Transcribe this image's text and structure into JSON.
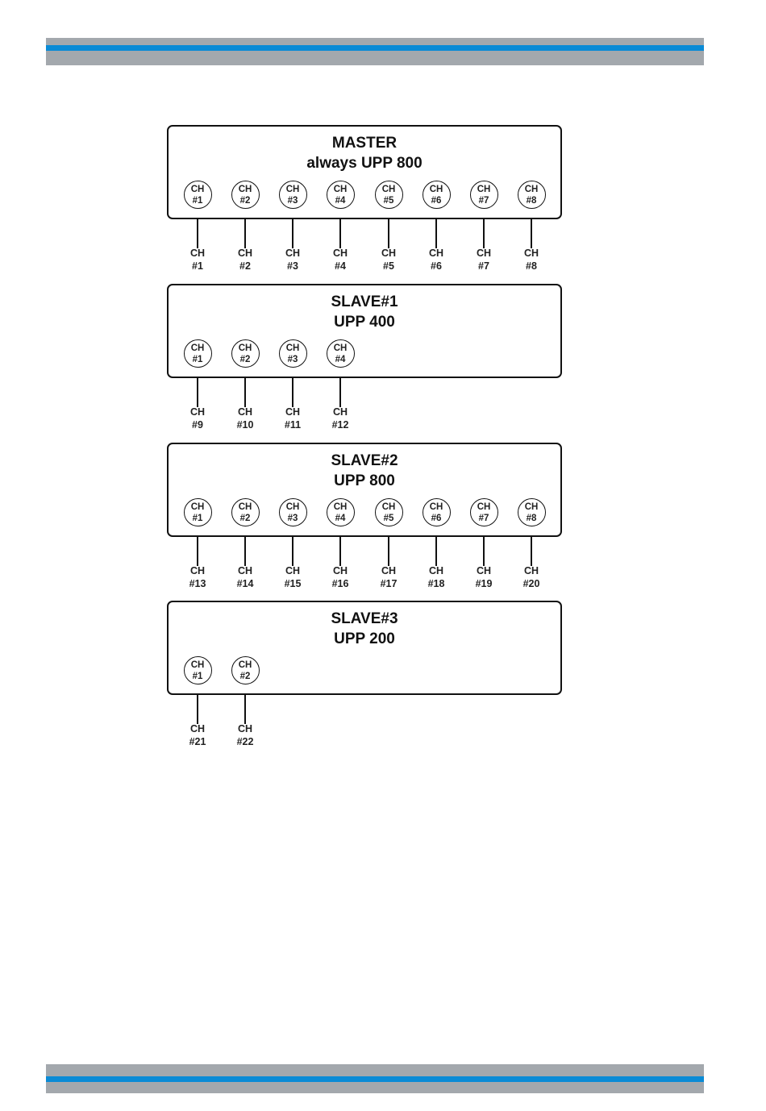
{
  "units": [
    {
      "title_line1": "MASTER",
      "title_line2": "always UPP 800",
      "inputs": [
        {
          "top": "CH",
          "bottom": "#1"
        },
        {
          "top": "CH",
          "bottom": "#2"
        },
        {
          "top": "CH",
          "bottom": "#3"
        },
        {
          "top": "CH",
          "bottom": "#4"
        },
        {
          "top": "CH",
          "bottom": "#5"
        },
        {
          "top": "CH",
          "bottom": "#6"
        },
        {
          "top": "CH",
          "bottom": "#7"
        },
        {
          "top": "CH",
          "bottom": "#8"
        }
      ],
      "outputs": [
        {
          "top": "CH",
          "bottom": "#1"
        },
        {
          "top": "CH",
          "bottom": "#2"
        },
        {
          "top": "CH",
          "bottom": "#3"
        },
        {
          "top": "CH",
          "bottom": "#4"
        },
        {
          "top": "CH",
          "bottom": "#5"
        },
        {
          "top": "CH",
          "bottom": "#6"
        },
        {
          "top": "CH",
          "bottom": "#7"
        },
        {
          "top": "CH",
          "bottom": "#8"
        }
      ]
    },
    {
      "title_line1": "SLAVE#1",
      "title_line2": "UPP 400",
      "inputs": [
        {
          "top": "CH",
          "bottom": "#1"
        },
        {
          "top": "CH",
          "bottom": "#2"
        },
        {
          "top": "CH",
          "bottom": "#3"
        },
        {
          "top": "CH",
          "bottom": "#4"
        }
      ],
      "outputs": [
        {
          "top": "CH",
          "bottom": "#9"
        },
        {
          "top": "CH",
          "bottom": "#10"
        },
        {
          "top": "CH",
          "bottom": "#11"
        },
        {
          "top": "CH",
          "bottom": "#12"
        }
      ]
    },
    {
      "title_line1": "SLAVE#2",
      "title_line2": "UPP 800",
      "inputs": [
        {
          "top": "CH",
          "bottom": "#1"
        },
        {
          "top": "CH",
          "bottom": "#2"
        },
        {
          "top": "CH",
          "bottom": "#3"
        },
        {
          "top": "CH",
          "bottom": "#4"
        },
        {
          "top": "CH",
          "bottom": "#5"
        },
        {
          "top": "CH",
          "bottom": "#6"
        },
        {
          "top": "CH",
          "bottom": "#7"
        },
        {
          "top": "CH",
          "bottom": "#8"
        }
      ],
      "outputs": [
        {
          "top": "CH",
          "bottom": "#13"
        },
        {
          "top": "CH",
          "bottom": "#14"
        },
        {
          "top": "CH",
          "bottom": "#15"
        },
        {
          "top": "CH",
          "bottom": "#16"
        },
        {
          "top": "CH",
          "bottom": "#17"
        },
        {
          "top": "CH",
          "bottom": "#18"
        },
        {
          "top": "CH",
          "bottom": "#19"
        },
        {
          "top": "CH",
          "bottom": "#20"
        }
      ]
    },
    {
      "title_line1": "SLAVE#3",
      "title_line2": "UPP 200",
      "inputs": [
        {
          "top": "CH",
          "bottom": "#1"
        },
        {
          "top": "CH",
          "bottom": "#2"
        }
      ],
      "outputs": [
        {
          "top": "CH",
          "bottom": "#21"
        },
        {
          "top": "CH",
          "bottom": "#22"
        }
      ]
    }
  ],
  "colors": {
    "band_gray": "#a3a8ad",
    "band_blue": "#0a8bd6",
    "line": "#111111"
  }
}
